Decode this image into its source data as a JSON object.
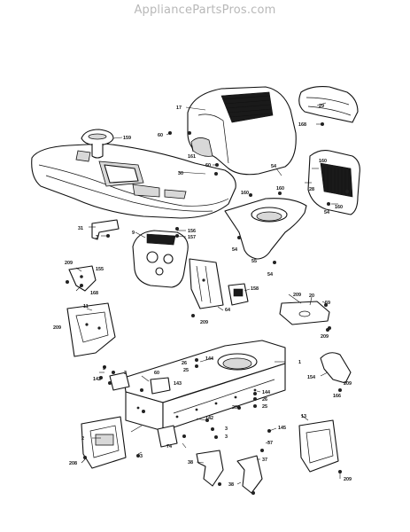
{
  "header": {
    "site": "AppliancePartsPros.com"
  },
  "callouts": [
    {
      "id": "c17",
      "text": "17"
    },
    {
      "id": "c29",
      "text": "29"
    },
    {
      "id": "c168a",
      "text": "168"
    },
    {
      "id": "c159",
      "text": "159"
    },
    {
      "id": "c60a",
      "text": "60"
    },
    {
      "id": "c161",
      "text": "161"
    },
    {
      "id": "c30",
      "text": "30"
    },
    {
      "id": "c60b",
      "text": "60"
    },
    {
      "id": "c54a",
      "text": "54"
    },
    {
      "id": "c160a",
      "text": "160"
    },
    {
      "id": "c28",
      "text": "28"
    },
    {
      "id": "c160b",
      "text": "160"
    },
    {
      "id": "c160c",
      "text": "160"
    },
    {
      "id": "c54b",
      "text": "54"
    },
    {
      "id": "c160d",
      "text": "160"
    },
    {
      "id": "c31",
      "text": "31"
    },
    {
      "id": "c3a",
      "text": "3"
    },
    {
      "id": "c9",
      "text": "9"
    },
    {
      "id": "c156",
      "text": "156"
    },
    {
      "id": "c157",
      "text": "157"
    },
    {
      "id": "c54c",
      "text": "54"
    },
    {
      "id": "c55",
      "text": "55"
    },
    {
      "id": "c54d",
      "text": "54"
    },
    {
      "id": "c209a",
      "text": "209"
    },
    {
      "id": "c155",
      "text": "155"
    },
    {
      "id": "c168b",
      "text": "168"
    },
    {
      "id": "c158",
      "text": "158"
    },
    {
      "id": "c209b",
      "text": "209"
    },
    {
      "id": "c20",
      "text": "20"
    },
    {
      "id": "c59",
      "text": "59"
    },
    {
      "id": "c11",
      "text": "11"
    },
    {
      "id": "c64",
      "text": "64"
    },
    {
      "id": "c209c",
      "text": "209"
    },
    {
      "id": "c209d",
      "text": "209"
    },
    {
      "id": "c209e",
      "text": "209"
    },
    {
      "id": "c144a",
      "text": "144"
    },
    {
      "id": "c26a",
      "text": "26"
    },
    {
      "id": "c25a",
      "text": "25"
    },
    {
      "id": "c1",
      "text": "1"
    },
    {
      "id": "c3b",
      "text": "3"
    },
    {
      "id": "c3c",
      "text": "3"
    },
    {
      "id": "c142a",
      "text": "142"
    },
    {
      "id": "c60c",
      "text": "60"
    },
    {
      "id": "c143",
      "text": "143"
    },
    {
      "id": "c154",
      "text": "154"
    },
    {
      "id": "c209f",
      "text": "209"
    },
    {
      "id": "c166",
      "text": "166"
    },
    {
      "id": "c144b",
      "text": "144"
    },
    {
      "id": "c26b",
      "text": "26"
    },
    {
      "id": "c25b",
      "text": "25"
    },
    {
      "id": "c209g",
      "text": "209"
    },
    {
      "id": "c142b",
      "text": "142"
    },
    {
      "id": "c3d",
      "text": "3"
    },
    {
      "id": "c3e",
      "text": "3"
    },
    {
      "id": "c13",
      "text": "13"
    },
    {
      "id": "c145",
      "text": "145"
    },
    {
      "id": "c37a",
      "text": "37"
    },
    {
      "id": "c2",
      "text": "2"
    },
    {
      "id": "c74",
      "text": "74"
    },
    {
      "id": "c3f",
      "text": "3"
    },
    {
      "id": "c208",
      "text": "208"
    },
    {
      "id": "c38a",
      "text": "38"
    },
    {
      "id": "c37b",
      "text": "37"
    },
    {
      "id": "c38b",
      "text": "38"
    },
    {
      "id": "c209h",
      "text": "209"
    }
  ]
}
